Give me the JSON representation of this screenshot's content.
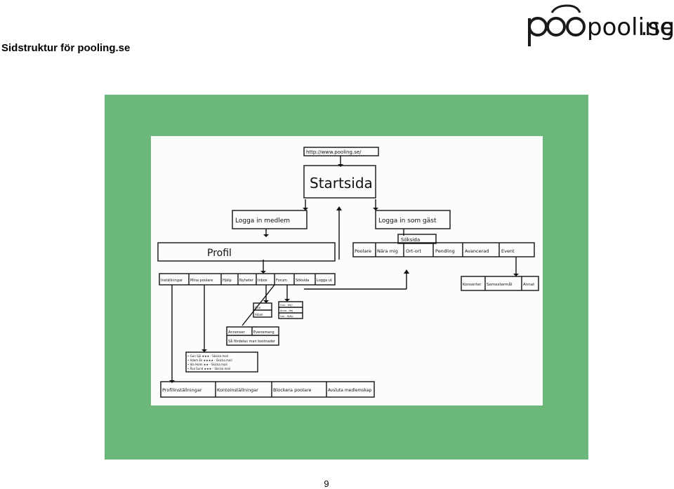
{
  "page": {
    "title": "Sidstruktur för pooling.se",
    "page_number": "9",
    "logo": {
      "text_main": "pooling",
      "text_suffix": ".se",
      "color": "#1a1a1a"
    }
  },
  "colors": {
    "background": "#6cb87a",
    "paper": "#fcfcfc",
    "ink": "#111111"
  },
  "sketch": {
    "url": "http://www.pooling.se/",
    "start": "Startsida",
    "login_member": "Logga in medlem",
    "login_guest": "Logga in som gäst",
    "profile": "Profil",
    "member_menu": [
      "Inställningar",
      "Mina poolare",
      "Hjälp",
      "Nyheter",
      "Inbox",
      "Forum",
      "Söksida",
      "Logga ut"
    ],
    "search_label": "Söksida",
    "guest_menu": [
      "Poolare",
      "Nära mig",
      "Ort-ort",
      "Pendling",
      "Avancerad",
      "Event"
    ],
    "event_menu": [
      "Konserter",
      "Semestermål",
      "Annat"
    ],
    "inbox_items": [
      "Gun",
      "Adam"
    ],
    "news_items": [
      "Gun - Hej!",
      "Anna - Hej",
      "Leo - Hjälp"
    ],
    "forum_top": [
      "Annonser",
      "Evenemang"
    ],
    "forum_bottom": "Så fördelas man kostnader",
    "poolare_list": [
      "• Gun Sjö ★★★ - Skicka mail",
      "• Adam Ek ★★★★ - Skicka mail",
      "• Ida Holm ★★ - Skicka mail",
      "• Åsa Sund ★★★ - Skicka mail"
    ],
    "settings_menu": [
      "Profilinställningar",
      "Kontoinställningar",
      "Blockera poolare",
      "Avsluta medlemskap"
    ]
  }
}
